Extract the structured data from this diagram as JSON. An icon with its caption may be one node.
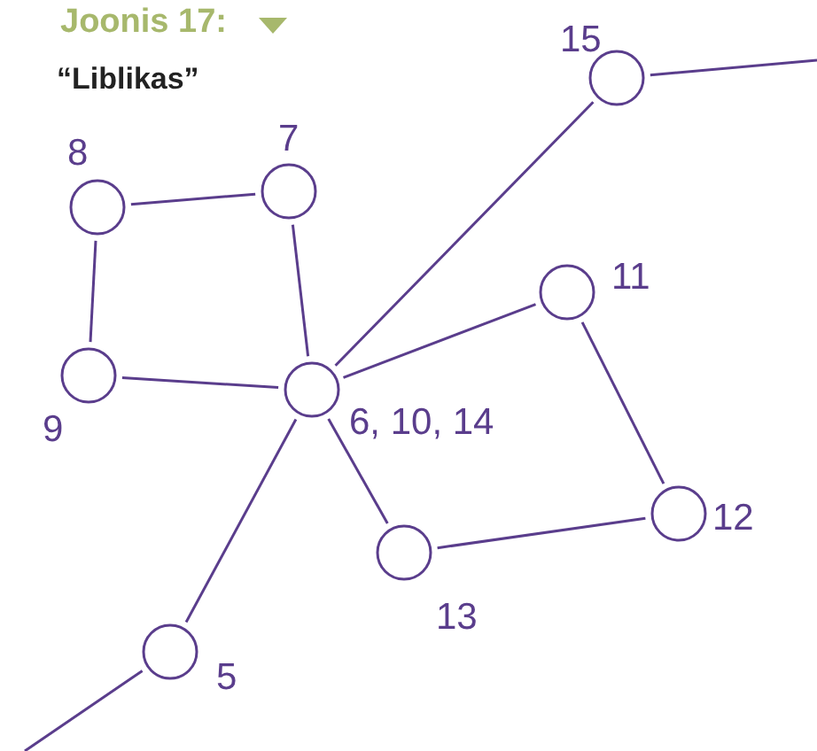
{
  "diagram": {
    "title": "Joonis 17:",
    "nodes": [
      {
        "text": [],
        "shape": "circle",
        "beside": [
          "15"
        ]
      },
      {
        "text": [],
        "shape": "circle",
        "beside": [
          "7"
        ]
      },
      {
        "text": [],
        "shape": "circle",
        "beside": [
          "8"
        ]
      },
      {
        "text": [],
        "shape": "circle",
        "beside": [
          "11"
        ]
      },
      {
        "text": [],
        "shape": "circle",
        "beside": [
          "9"
        ]
      },
      {
        "text": [],
        "shape": "circle",
        "beside": [
          "6, 10, 14"
        ]
      },
      {
        "text": [],
        "shape": "circle",
        "beside": [
          "12"
        ]
      },
      {
        "text": [],
        "shape": "circle",
        "beside": [
          "13"
        ]
      },
      {
        "text": [],
        "shape": "circle",
        "beside": [
          "5"
        ]
      }
    ],
    "edges": [
      {
        "from": 2,
        "to": 1,
        "arrow": "none"
      },
      {
        "from": 2,
        "to": 4,
        "arrow": "none"
      },
      {
        "from": 4,
        "to": 5,
        "arrow": "none"
      },
      {
        "from": 1,
        "to": 5,
        "arrow": "none"
      },
      {
        "from": 5,
        "to": 0,
        "arrow": "none"
      },
      {
        "from": 5,
        "to": 3,
        "arrow": "none"
      },
      {
        "from": 3,
        "to": 6,
        "arrow": "none"
      },
      {
        "from": 6,
        "to": 7,
        "arrow": "none"
      },
      {
        "from": 7,
        "to": 5,
        "arrow": "none"
      },
      {
        "from": 5,
        "to": 8,
        "arrow": "none"
      },
      {
        "from": 0,
        "to": null,
        "arrow": "none"
      },
      {
        "from": 8,
        "to": null,
        "arrow": "none"
      }
    ],
    "labels": [
      "“Liblikas”"
    ]
  }
}
